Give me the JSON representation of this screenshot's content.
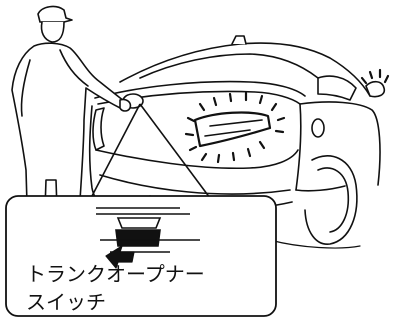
{
  "callout": {
    "label_line1": "トランクオープナー",
    "label_line2": "スイッチ"
  },
  "icons": {
    "person": "mechanic-figure-icon",
    "car": "car-rear-three-quarter-illustration",
    "flash": "flashing-light-indicator",
    "arrow": "press-arrow-icon",
    "switch": "trunk-opener-switch-icon"
  },
  "colors": {
    "line": "#111111",
    "fill": "#ffffff",
    "accent": "#111111"
  }
}
